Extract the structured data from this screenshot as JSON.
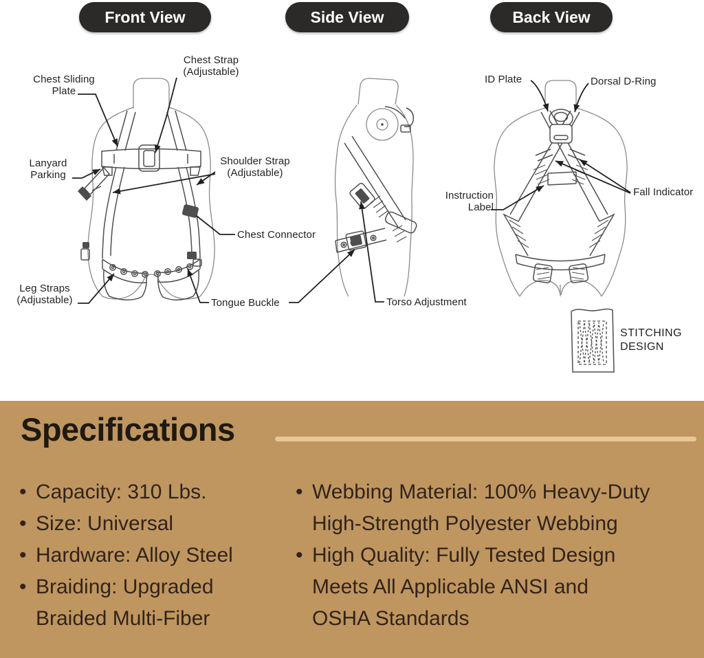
{
  "view_pills": [
    {
      "label": "Front View"
    },
    {
      "label": "Side View"
    },
    {
      "label": "Back View"
    }
  ],
  "diagram_labels": {
    "chest_sliding_plate": "Chest Sliding\nPlate",
    "chest_strap": "Chest Strap\n(Adjustable)",
    "lanyard_parking": "Lanyard\nParking",
    "shoulder_strap": "Shoulder Strap\n(Adjustable)",
    "chest_connector": "Chest Connector",
    "leg_straps": "Leg Straps\n(Adjustable)",
    "tongue_buckle": "Tongue Buckle",
    "torso_adjustment": "Torso Adjustment",
    "id_plate": "ID Plate",
    "dorsal_d_ring": "Dorsal D-Ring",
    "instruction_label": "Instruction\nLabel",
    "fall_indicator": "Fall Indicator",
    "stitching_design": "STITCHING\nDESIGN"
  },
  "specifications": {
    "title": "Specifications",
    "bullet": "•",
    "left_items": [
      "Capacity: 310 Lbs.",
      "Size: Universal",
      "Hardware: Alloy Steel",
      "Braiding: Upgraded\nBraided Multi-Fiber"
    ],
    "right_items": [
      "Webbing Material: 100% Heavy-Duty\nHigh-Strength Polyester Webbing",
      "High Quality: Fully Tested Design\nMeets All Applicable ANSI and\nOSHA Standards"
    ]
  },
  "colors": {
    "pill_bg": "#2b2a28",
    "pill_text": "#ffffff",
    "section_bg": "#bf9660",
    "divider": "#e8c795",
    "spec_text": "#32231a",
    "spec_heading": "#1f1912",
    "label_text": "#231f20",
    "line_art": "#4e4e50",
    "body_line": "#8a8a8a",
    "leader": "#231f20"
  }
}
